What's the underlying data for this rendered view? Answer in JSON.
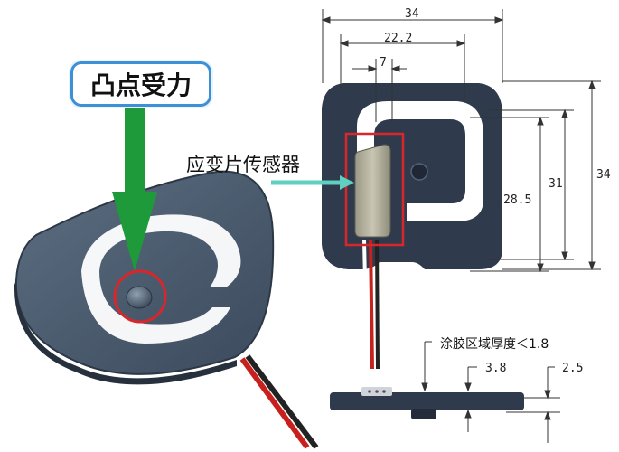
{
  "labels": {
    "force_point": "凸点受力",
    "strain_gauge": "应变片传感器",
    "glue_note": "涂胶区域厚度＜1.8"
  },
  "dimensions": {
    "width_total": "34",
    "width_inner": "22.2",
    "width_gap": "7",
    "height_total": "34",
    "height_mid": "31",
    "height_inner": "28.5",
    "thickness_a": "3.8",
    "thickness_b": "2.5"
  },
  "colors": {
    "plate_dark": "#2f3b4d",
    "plate_left": "#4e5f72",
    "arrow_green": "#1e9a3a",
    "highlight_red": "#d9262b",
    "callout_border": "#3d8fd6",
    "cyan_arrow": "#5ecfc0"
  }
}
